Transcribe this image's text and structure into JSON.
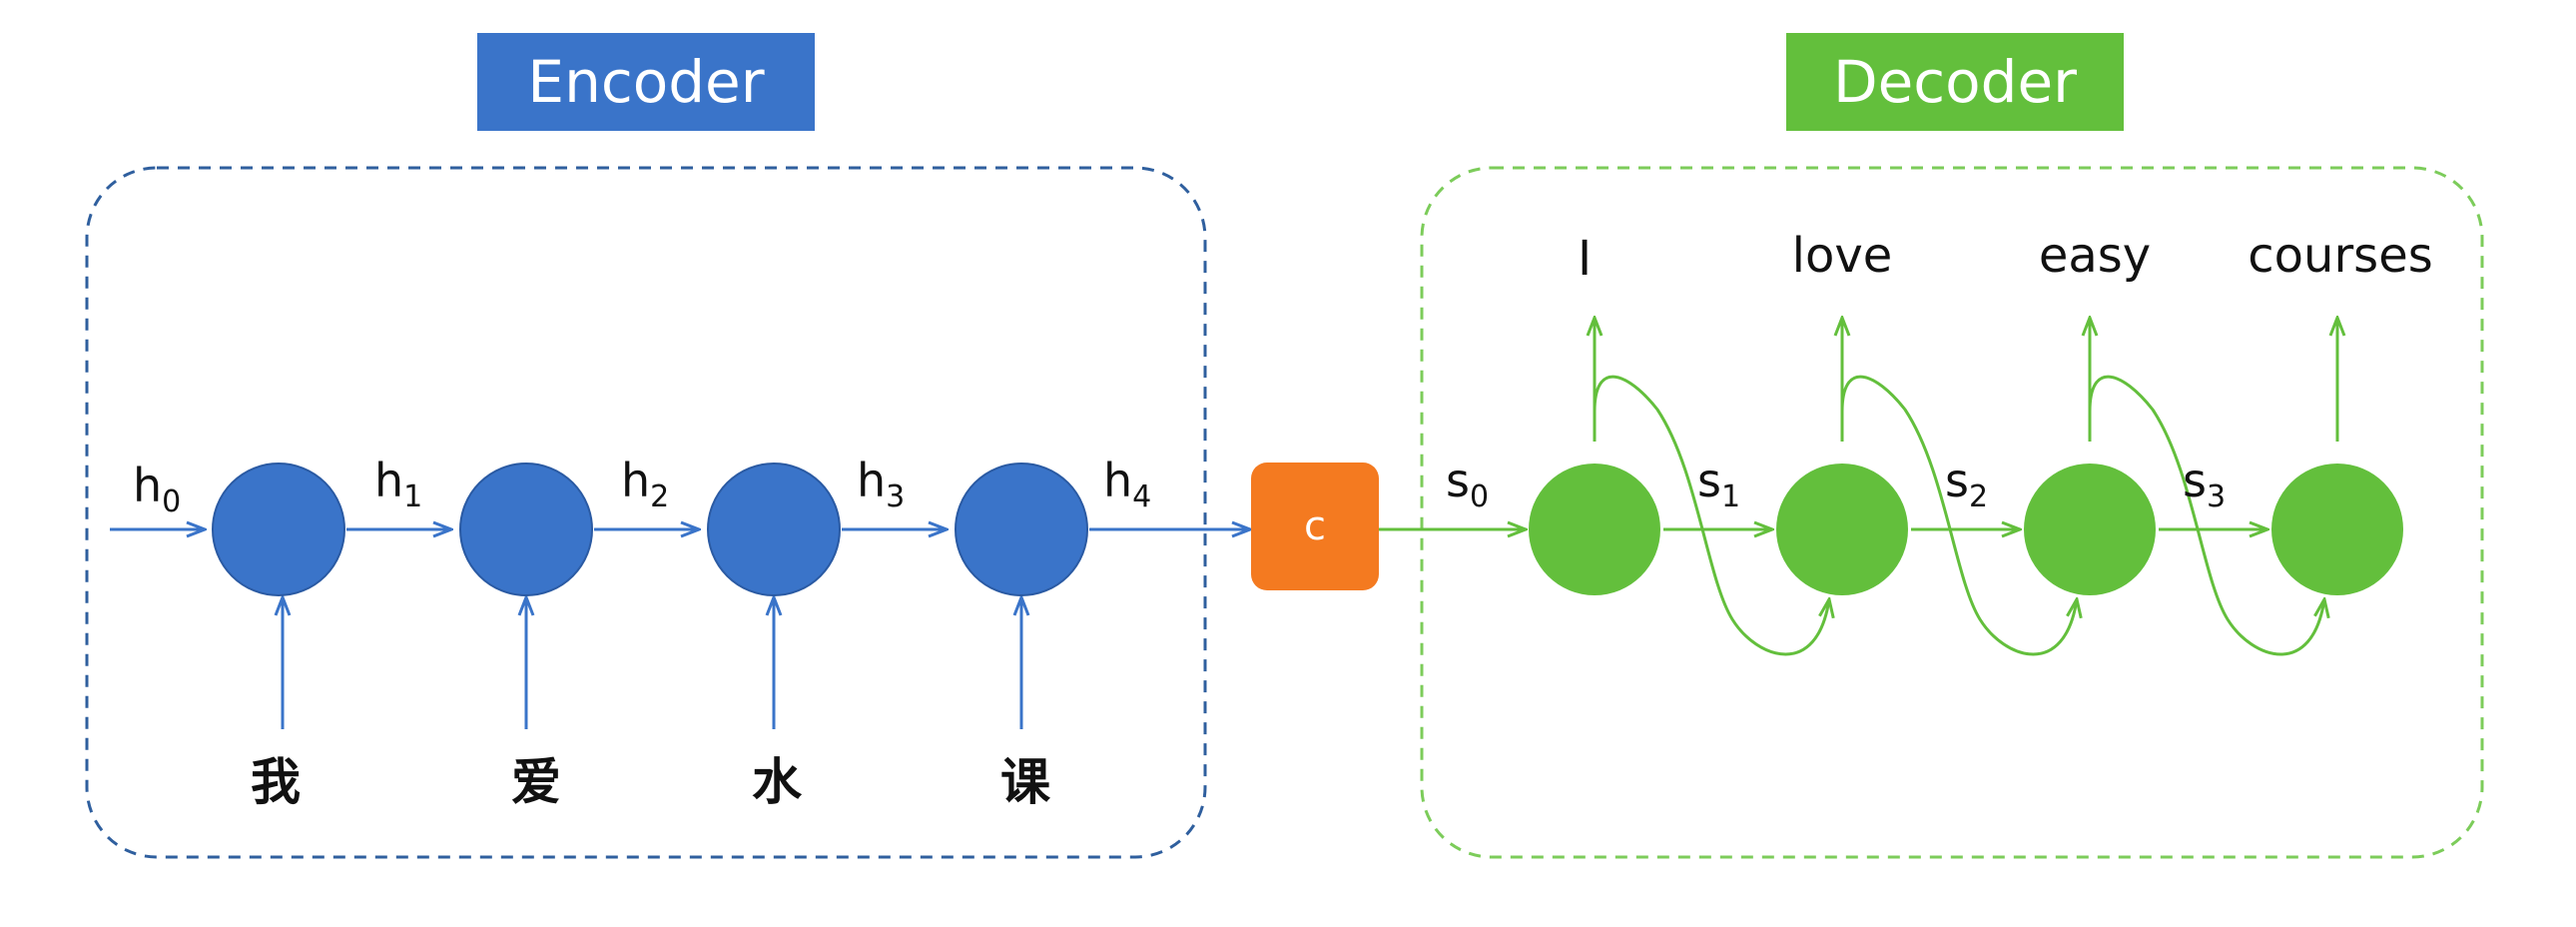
{
  "encoder": {
    "title": "Encoder",
    "color": "#3a74c9",
    "inputs": [
      "我",
      "爱",
      "水",
      "课"
    ],
    "hidden": [
      {
        "base": "h",
        "sub": "0"
      },
      {
        "base": "h",
        "sub": "1"
      },
      {
        "base": "h",
        "sub": "2"
      },
      {
        "base": "h",
        "sub": "3"
      },
      {
        "base": "h",
        "sub": "4"
      }
    ]
  },
  "context": {
    "label": "c",
    "color": "#f47a20"
  },
  "decoder": {
    "title": "Decoder",
    "color": "#63bf3c",
    "outputs": [
      "I",
      "love",
      "easy",
      "courses"
    ],
    "states": [
      {
        "base": "s",
        "sub": "0"
      },
      {
        "base": "s",
        "sub": "1"
      },
      {
        "base": "s",
        "sub": "2"
      },
      {
        "base": "s",
        "sub": "3"
      }
    ]
  }
}
